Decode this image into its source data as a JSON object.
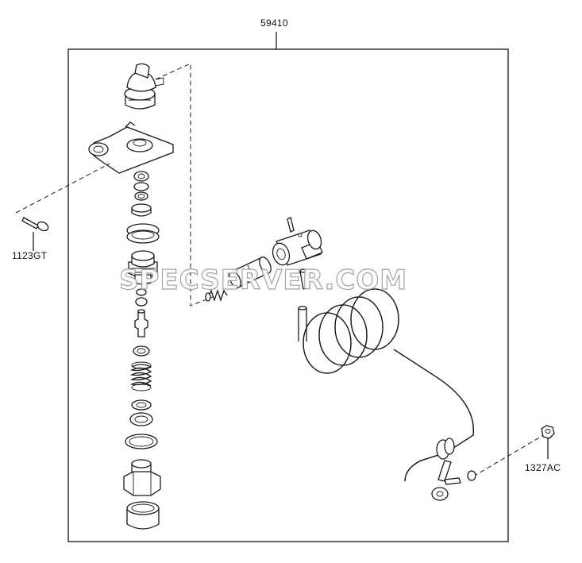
{
  "assembly": {
    "part_number": "59410"
  },
  "callouts": [
    {
      "id": "bolt",
      "label": "1123GT"
    },
    {
      "id": "nut",
      "label": "1327AC"
    }
  ],
  "watermark": {
    "text": "SPECSERVER.COM"
  },
  "colors": {
    "line": "#1a1a1a",
    "paper": "#ffffff",
    "frame": "#222222",
    "watermark_stroke": "#9a9a9a"
  }
}
